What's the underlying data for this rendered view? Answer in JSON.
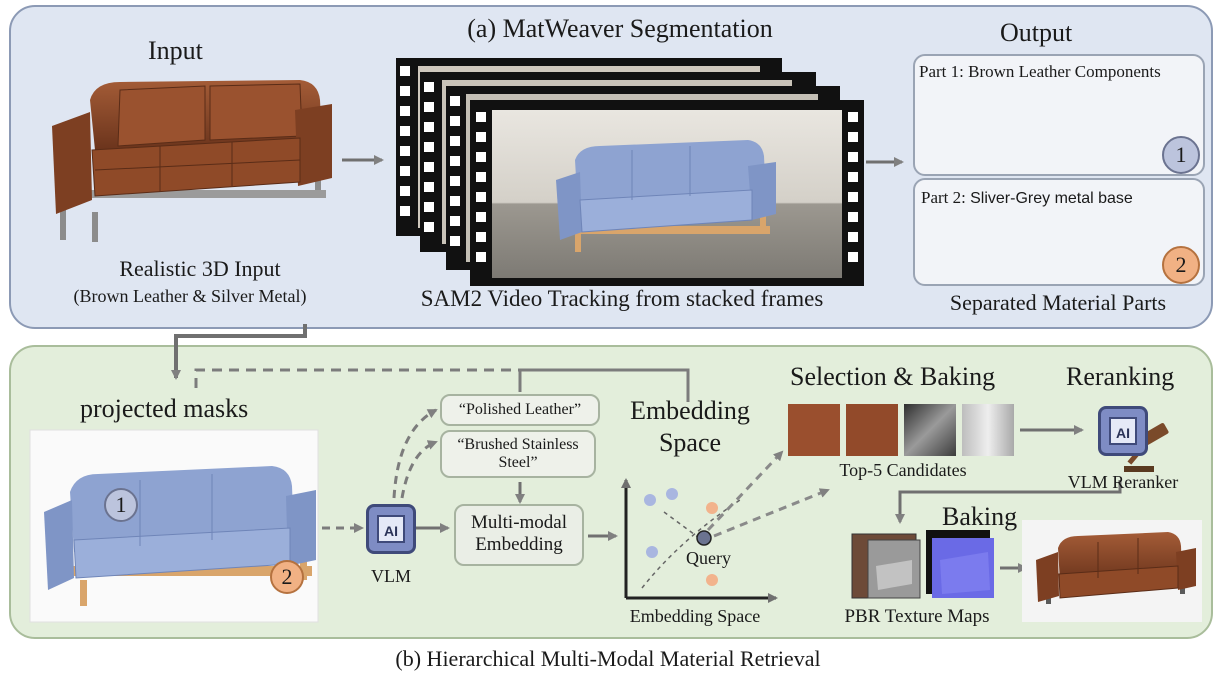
{
  "panel_a": {
    "section_title": "(a) MatWeaver Segmentation",
    "input_title": "Input",
    "input_caption_1": "Realistic 3D Input",
    "input_caption_2": "(Brown Leather & Silver Metal)",
    "tracking_caption": "SAM2 Video Tracking from stacked frames",
    "output_title": "Output",
    "part1_label": "Part 1: Brown Leather Components",
    "part1_badge": "1",
    "part2_label_prefix": "Part 2:",
    "part2_label": "Sliver-Grey metal base",
    "part2_badge": "2",
    "output_caption": "Separated Material Parts"
  },
  "panel_b": {
    "masks_title": "projected masks",
    "mask_badge_1": "1",
    "mask_badge_2": "2",
    "vlm_chip": "AI",
    "vlm_label": "VLM",
    "prompt_1": "“Polished Leather”",
    "prompt_2_line1": "“Brushed Stainless",
    "prompt_2_line2": "Steel”",
    "embed_box_line1": "Multi-modal",
    "embed_box_line2": "Embedding",
    "embedding_space_title_1": "Embedding",
    "embedding_space_title_2": "Space",
    "query_label": "Query",
    "embedding_space_caption": "Embedding Space",
    "selection_title": "Selection & Baking",
    "candidates_caption": "Top-5 Candidates",
    "reranking_title": "Reranking",
    "reranker_chip": "AI",
    "reranker_label": "VLM Reranker",
    "baking_title": "Baking",
    "pbr_caption": "PBR Texture Maps",
    "section_title": "(b) Hierarchical Multi-Modal Material Retrieval"
  },
  "colors": {
    "panel_a_bg": "#dfe6f2",
    "panel_b_bg": "#e3eedb",
    "leather": "#8b4a2b",
    "mask_blue": "#8ea3d1",
    "wood": "#d9a56b",
    "badge_2": "#f1b184",
    "badge_1": "#bcc4dd"
  }
}
